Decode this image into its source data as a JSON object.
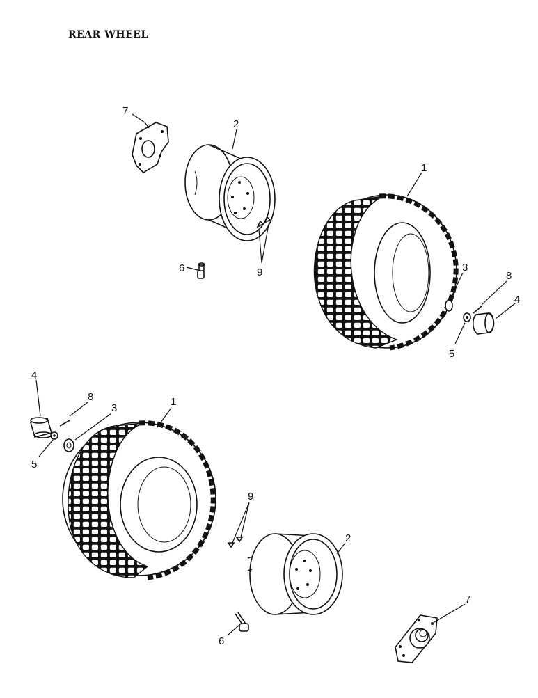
{
  "title": "REAR WHEEL",
  "callouts": {
    "a_7": "7",
    "a_2": "2",
    "a_1": "1",
    "a_9": "9",
    "a_6": "6",
    "a_3": "3",
    "a_8": "8",
    "a_4": "4",
    "a_5": "5",
    "b_4": "4",
    "b_8": "8",
    "b_3": "3",
    "b_5": "5",
    "b_1": "1",
    "b_9": "9",
    "b_2": "2",
    "b_6": "6",
    "b_7": "7"
  }
}
